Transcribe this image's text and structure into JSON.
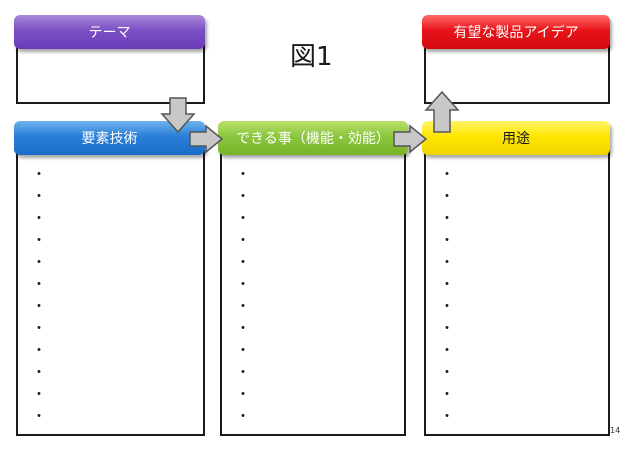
{
  "title": "図1",
  "headers": {
    "theme": "テーマ",
    "idea": "有望な製品アイデア",
    "element_tech": "要素技術",
    "capability": "できる事（機能・効能）",
    "usage": "用途"
  },
  "bullet_mark": "・",
  "bullets": {
    "element_tech": [
      "・",
      "・",
      "・",
      "・",
      "・",
      "・",
      "・",
      "・",
      "・",
      "・",
      "・",
      "・"
    ],
    "capability": [
      "・",
      "・",
      "・",
      "・",
      "・",
      "・",
      "・",
      "・",
      "・",
      "・",
      "・",
      "・"
    ],
    "usage": [
      "・",
      "・",
      "・",
      "・",
      "・",
      "・",
      "・",
      "・",
      "・",
      "・",
      "・",
      "・"
    ]
  },
  "page_number": "14",
  "colors": {
    "theme": "#7b4fc4",
    "idea": "#e8141a",
    "element_tech": "#2a7fd8",
    "capability": "#8cc63f",
    "usage": "#ffe600",
    "arrow": "#c8c8c8"
  }
}
